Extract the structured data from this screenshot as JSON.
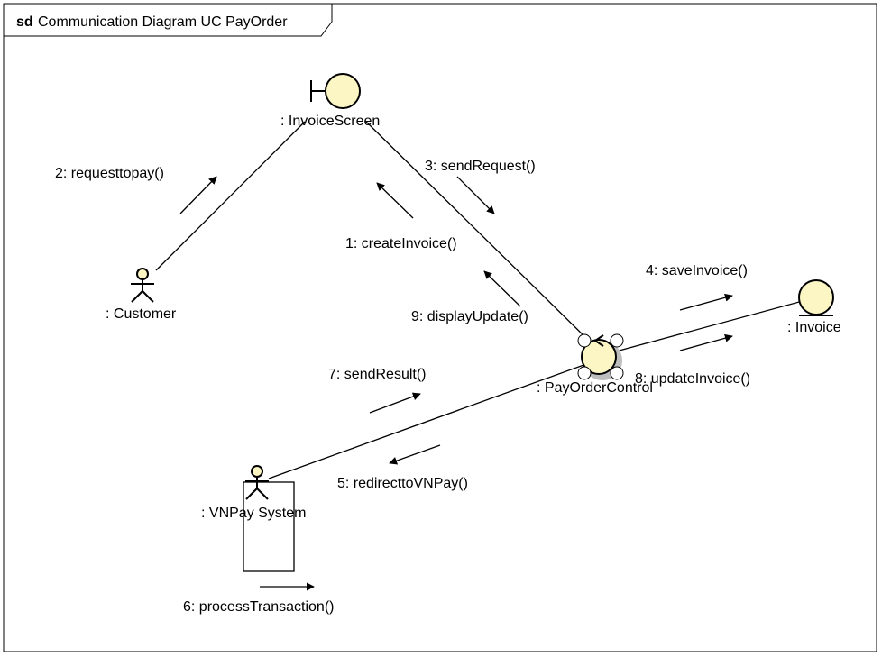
{
  "frame": {
    "keyword": "sd",
    "title": "Communication Diagram UC PayOrder"
  },
  "colors": {
    "line": "#000000",
    "fill": "#fbf6c4",
    "shadow": "#bdbdbd"
  },
  "participants": {
    "invoice_screen": {
      "label": ": InvoiceScreen",
      "kind": "boundary"
    },
    "customer": {
      "label": ": Customer",
      "kind": "actor"
    },
    "pay_order_control": {
      "label": ": PayOrderControl",
      "kind": "control"
    },
    "invoice": {
      "label": ": Invoice",
      "kind": "entity"
    },
    "vnpay_system": {
      "label": ": VNPay System",
      "kind": "actor"
    }
  },
  "messages": {
    "m1": "1: createInvoice()",
    "m2": "2: requesttopay()",
    "m3": "3: sendRequest()",
    "m4": "4: saveInvoice()",
    "m5": "5: redirecttoVNPay()",
    "m6": "6: processTransaction()",
    "m7": "7: sendResult()",
    "m8": "8: updateInvoice()",
    "m9": "9: displayUpdate()"
  }
}
